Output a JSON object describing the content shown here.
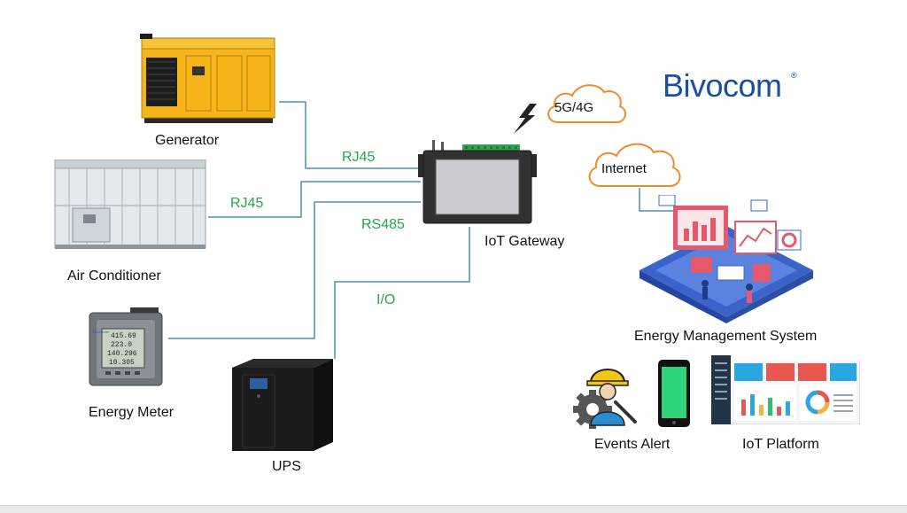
{
  "brand": {
    "name": "Bivocom",
    "mark": "®"
  },
  "devices": {
    "generator": "Generator",
    "air_conditioner": "Air Conditioner",
    "energy_meter": "Energy Meter",
    "ups": "UPS",
    "gateway": "IoT Gateway"
  },
  "connections": {
    "generator_link": "RJ45",
    "ac_link": "RJ45",
    "meter_link": "RS485",
    "ups_link": "I/O"
  },
  "network": {
    "cellular": "5G/4G",
    "internet": "Internet"
  },
  "cloud_apps": {
    "ems": "Energy Management System",
    "events": "Events Alert",
    "platform": "IoT Platform"
  },
  "meter_readings": [
    "415.69",
    "223.0",
    "140.296",
    "10.305"
  ],
  "colors": {
    "wire": "#4a8fb5",
    "connection_label": "#21a84a",
    "cloud_outline": "#f08a2e",
    "brand": "#1b4f9c",
    "generator_body": "#f4b41a"
  }
}
